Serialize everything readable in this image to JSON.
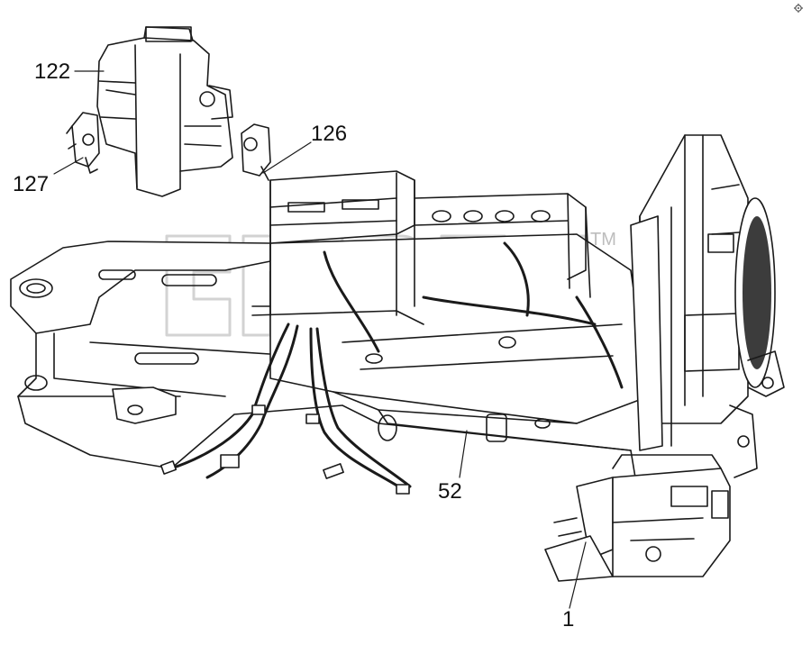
{
  "callouts": {
    "c122": "122",
    "c127": "127",
    "c126": "126",
    "c52": "52",
    "c1": "1"
  },
  "watermark": {
    "tm": "TM"
  },
  "colors": {
    "line": "#1a1a1a",
    "panel_fill": "#f4f4f4",
    "watermark": "#cccccc"
  },
  "icons": [
    "gear-icon"
  ]
}
